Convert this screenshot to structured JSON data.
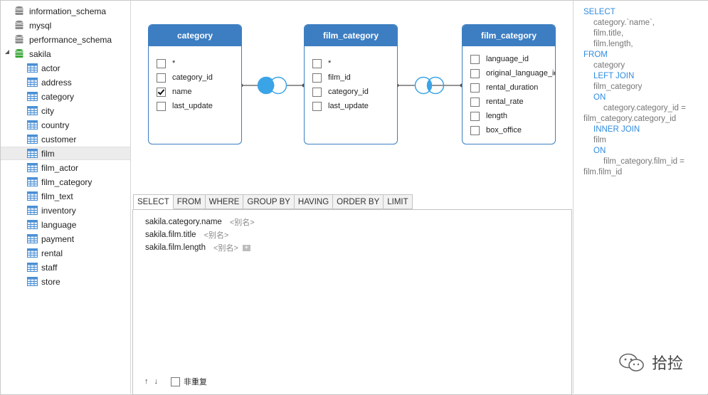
{
  "sidebar": {
    "databases": [
      "information_schema",
      "mysql",
      "performance_schema"
    ],
    "open_db": "sakila",
    "tables": [
      "actor",
      "address",
      "category",
      "city",
      "country",
      "customer",
      "film",
      "film_actor",
      "film_category",
      "film_text",
      "inventory",
      "language",
      "payment",
      "rental",
      "staff",
      "store"
    ],
    "selected_table": "film"
  },
  "diagram": {
    "entities": [
      {
        "title": "category",
        "fields": [
          "*",
          "category_id",
          "name",
          "last_update"
        ],
        "checked": [
          false,
          false,
          true,
          false
        ]
      },
      {
        "title": "film_category",
        "fields": [
          "*",
          "film_id",
          "category_id",
          "last_update"
        ],
        "checked": [
          false,
          false,
          false,
          false
        ]
      },
      {
        "title": "film_category",
        "fields": [
          "language_id",
          "original_language_id",
          "rental_duration",
          "rental_rate",
          "length",
          "box_office"
        ],
        "checked": [
          false,
          false,
          false,
          false,
          false,
          false
        ]
      }
    ],
    "joins": [
      "left-join",
      "inner-join"
    ]
  },
  "tabs": [
    "SELECT",
    "FROM",
    "WHERE",
    "GROUP BY",
    "HAVING",
    "ORDER BY",
    "LIMIT"
  ],
  "active_tab": "SELECT",
  "select_rows": [
    {
      "field": "sakila.category.name",
      "alias": "<别名>"
    },
    {
      "field": "sakila.film.title",
      "alias": "<别名>"
    },
    {
      "field": "sakila.film.length",
      "alias": "<别名>"
    }
  ],
  "footer": {
    "up": "↑",
    "down": "↓",
    "distinct_label": "非重复"
  },
  "sql": [
    {
      "text": "SELECT",
      "kw": true,
      "indent": 0
    },
    {
      "text": "category.`name`,",
      "kw": false,
      "indent": 1
    },
    {
      "text": "film.title,",
      "kw": false,
      "indent": 1
    },
    {
      "text": "film.length,",
      "kw": false,
      "indent": 1
    },
    {
      "text": "FROM",
      "kw": true,
      "indent": 0
    },
    {
      "text": "category",
      "kw": false,
      "indent": 1
    },
    {
      "text": "LEFT JOIN",
      "kw": true,
      "indent": 1
    },
    {
      "text": "film_category",
      "kw": false,
      "indent": 1
    },
    {
      "text": "ON",
      "kw": true,
      "indent": 1
    },
    {
      "text": "category.category_id =",
      "kw": false,
      "indent": 2
    },
    {
      "text": "film_category.category_id",
      "kw": false,
      "indent": 0
    },
    {
      "text": "INNER JOIN",
      "kw": true,
      "indent": 1
    },
    {
      "text": "film",
      "kw": false,
      "indent": 1
    },
    {
      "text": "ON",
      "kw": true,
      "indent": 1
    },
    {
      "text": "film_category.film_id =",
      "kw": false,
      "indent": 2
    },
    {
      "text": "film.film_id",
      "kw": false,
      "indent": 0
    }
  ],
  "watermark": "拾捡",
  "colors": {
    "accent": "#3d7ec2",
    "keyword": "#2f8be0",
    "db_gray": "#8a8a8a",
    "db_green": "#3aa639",
    "join": "#3ba4e6"
  }
}
